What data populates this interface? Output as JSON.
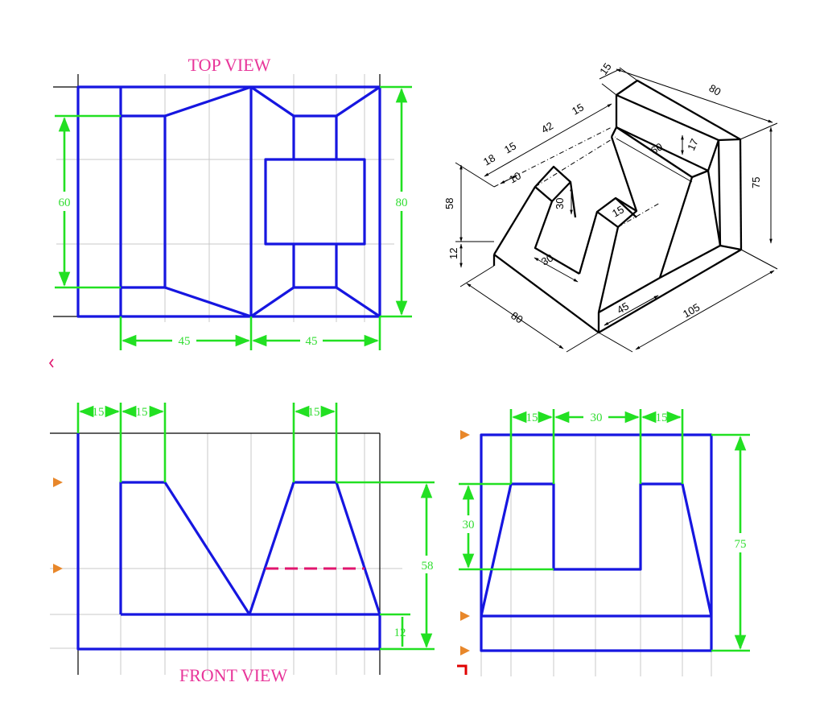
{
  "views": {
    "top": {
      "title": "TOP  VIEW",
      "dims": {
        "width": "80",
        "inner_width": "60",
        "left_length": "45",
        "right_length": "45"
      }
    },
    "front": {
      "title": "FRONT VIEW",
      "dims": {
        "a": "15",
        "b": "15",
        "c": "15",
        "height": "58",
        "base": "12"
      }
    },
    "side": {
      "dims": {
        "left": "15",
        "slot": "30",
        "right": "15",
        "depth": "30",
        "height": "75"
      }
    },
    "isometric": {
      "dims": {
        "back_thickness": "15",
        "back_width": "80",
        "step_15": "15",
        "len_42": "42",
        "len_15b": "15",
        "len_18": "18",
        "len_10": "10",
        "slope_60": "60",
        "rise_17": "17",
        "height_75": "75",
        "height_58": "58",
        "block_30": "30",
        "top_15": "15",
        "base_12": "12",
        "slot_30": "30",
        "width_80": "80",
        "len_45": "45",
        "length_105": "105"
      }
    }
  },
  "colors": {
    "object": "#1616e0",
    "dimension": "#22e022",
    "title": "#e8369a",
    "hidden": "#e0156e",
    "marker": "#e8872a"
  }
}
